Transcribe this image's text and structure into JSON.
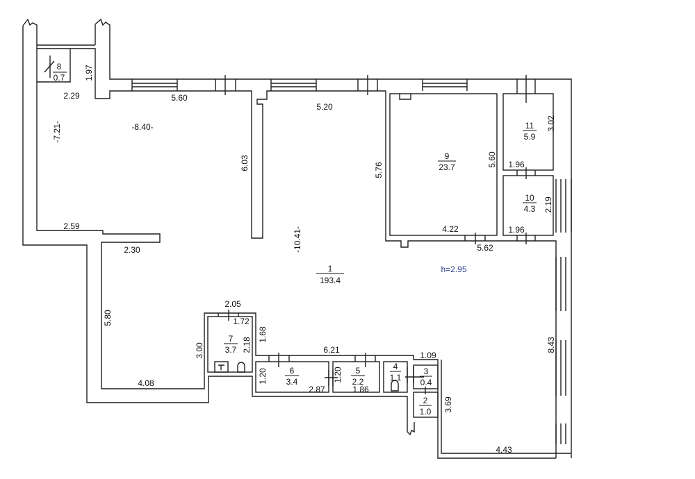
{
  "ceiling_height": "h=2.95",
  "colors": {
    "walls": "#1e1e1e",
    "height_label": "#2b3f8f"
  },
  "rooms": [
    {
      "number": "1",
      "area": "193.4"
    },
    {
      "number": "2",
      "area": "1.0"
    },
    {
      "number": "3",
      "area": "0.4"
    },
    {
      "number": "4",
      "area": "1.1"
    },
    {
      "number": "5",
      "area": "2.2"
    },
    {
      "number": "6",
      "area": "3.4"
    },
    {
      "number": "7",
      "area": "3.7"
    },
    {
      "number": "8",
      "area": "0.7"
    },
    {
      "number": "9",
      "area": "23.7"
    },
    {
      "number": "10",
      "area": "4.3"
    },
    {
      "number": "11",
      "area": "5.9"
    }
  ],
  "dimensions": {
    "d197": "1.97",
    "d229": "2.29",
    "d560a": "5.60",
    "d840": "-8.40-",
    "d721": "-7.21-",
    "d603": "6.03",
    "d520": "5.20",
    "d576": "5.76",
    "d560b": "5.60",
    "d302": "3.02",
    "d196a": "1.96",
    "d219": "2.19",
    "d196b": "1.96",
    "d422": "4.22",
    "d562": "5.62",
    "d259": "2.59",
    "d230": "2.30",
    "d1041": "-10.41-",
    "d580": "5.80",
    "d205": "2.05",
    "d172": "1.72",
    "d168": "1.68",
    "d218": "2.18",
    "d300": "3.00",
    "d621": "6.21",
    "d109": "1.09",
    "d120a": "1.20",
    "d120b": "1.20",
    "d287": "2.87",
    "d186": "1.86",
    "d408": "4.08",
    "d369": "3.69",
    "d843": "8.43",
    "d443": "4.43"
  }
}
